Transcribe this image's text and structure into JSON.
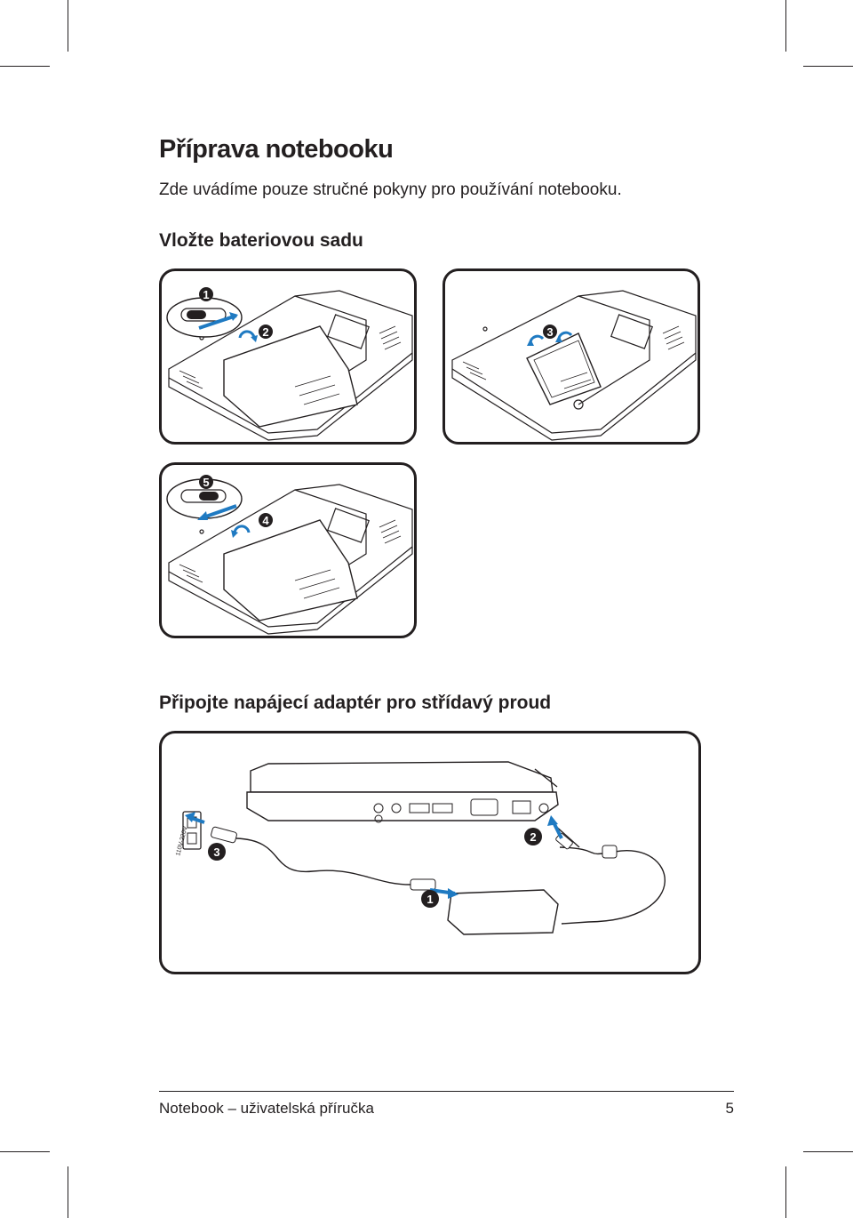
{
  "heading": "Příprava notebooku",
  "intro": "Zde uvádíme pouze stručné pokyny pro používání notebooku.",
  "section_battery": {
    "title": "Vložte bateriovou sadu",
    "step_numbers": [
      "1",
      "2",
      "3",
      "4",
      "5"
    ]
  },
  "section_adapter": {
    "title": "Připojte napájecí adaptér pro střídavý proud",
    "step_numbers": [
      "1",
      "2",
      "3"
    ],
    "outlet_label": "110V-220V"
  },
  "footer": {
    "left": "Notebook – uživatelská příručka",
    "page": "5"
  },
  "colors": {
    "text": "#231f20",
    "arrow_blue": "#1f7ac2",
    "badge": "#231f20"
  }
}
